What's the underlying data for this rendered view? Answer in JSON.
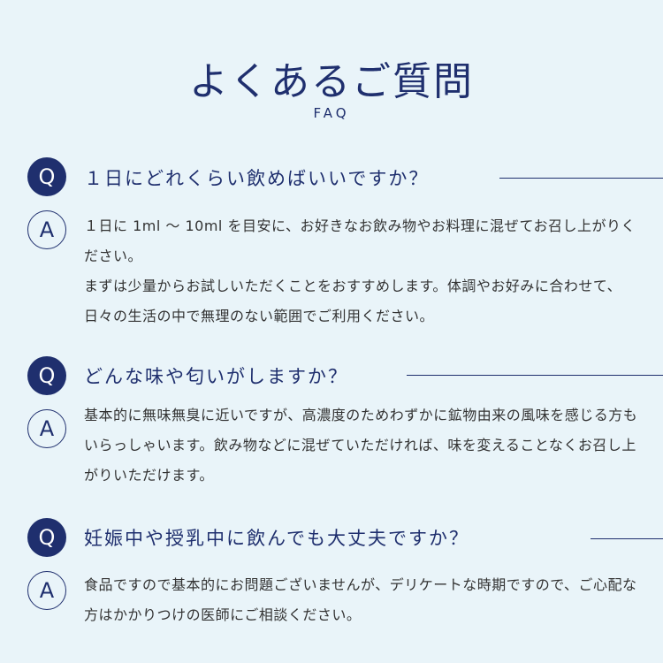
{
  "header": {
    "title": "よくあるご質問",
    "subtitle": "FAQ"
  },
  "faq": [
    {
      "q_icon": "Q",
      "a_icon": "A",
      "question": "１日にどれくらい飲めばいいですか？",
      "answer": [
        "１日に 1ml 〜 10ml を目安に、お好きなお飲み物やお料理に混ぜてお召し上がりください。",
        "まずは少量からお試しいただくことをおすすめします。体調やお好みに合わせて、日々の生活の中で無理のない範囲でご利用ください。"
      ]
    },
    {
      "q_icon": "Q",
      "a_icon": "A",
      "question": "どんな味や匂いがしますか？",
      "answer": [
        "基本的に無味無臭に近いですが、高濃度のためわずかに鉱物由来の風味を感じる方もいらっしゃいます。飲み物などに混ぜていただければ、味を変えることなくお召し上がりいただけます。"
      ]
    },
    {
      "q_icon": "Q",
      "a_icon": "A",
      "question": "妊娠中や授乳中に飲んでも大丈夫ですか？",
      "answer": [
        "食品ですので基本的にお問題ございませんが、デリケートな時期ですので、ご心配な方はかかりつけの医師にご相談ください。"
      ]
    }
  ]
}
